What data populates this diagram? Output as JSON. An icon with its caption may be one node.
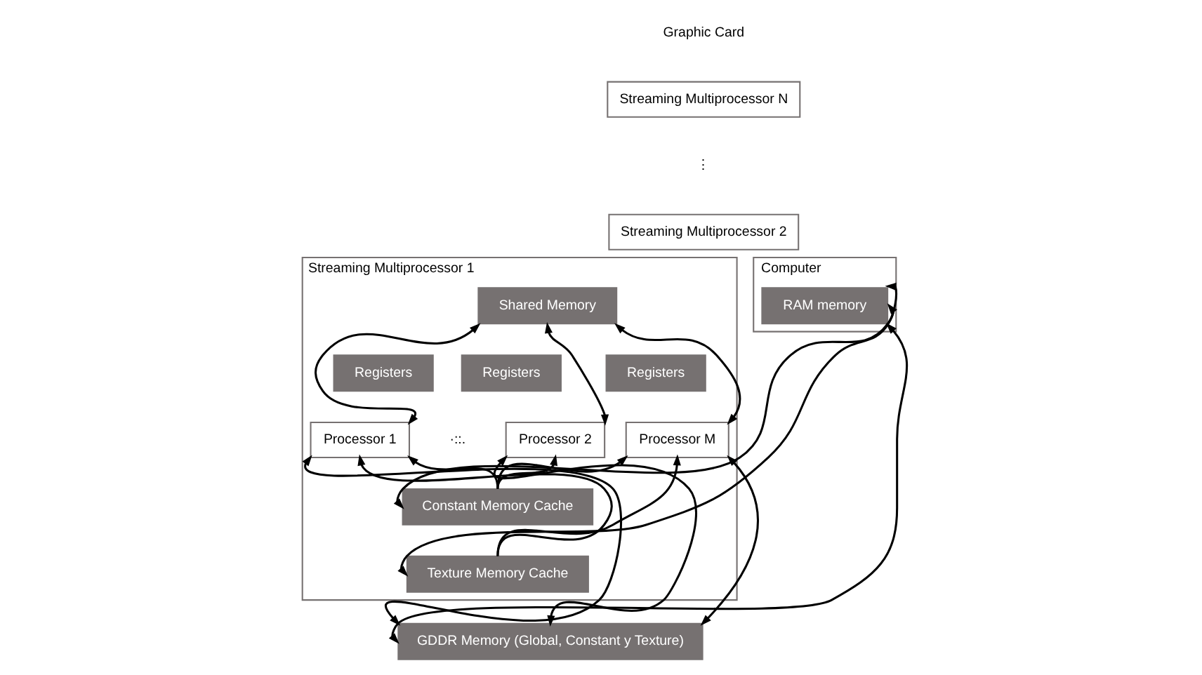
{
  "diagram": {
    "nodes": [
      {
        "text": [
          "Computer"
        ]
      },
      {
        "text": [
          "RAM memory"
        ],
        "in": 0
      },
      {
        "text": [
          "Streaming Multiprocessor N"
        ]
      },
      {
        "text": [
          "Streaming Multiprocessor 2"
        ]
      },
      {
        "text": [
          "Streaming Multiprocessor 1"
        ]
      },
      {
        "text": [
          "Shared Memory"
        ],
        "in": 4
      },
      {
        "text": [
          "Registers"
        ],
        "in": 4
      },
      {
        "text": [
          "Processor 1"
        ],
        "in": 4
      },
      {
        "text": [
          "Registers"
        ],
        "in": 4
      },
      {
        "text": [
          "Processor 2"
        ],
        "in": 4
      },
      {
        "text": [
          "Registers"
        ],
        "in": 4
      },
      {
        "text": [
          "Processor M"
        ],
        "in": 4
      },
      {
        "text": [
          "Constant Memory Cache"
        ],
        "in": 4
      },
      {
        "text": [
          "Texture Memory Cache"
        ],
        "in": 4
      },
      {
        "text": [
          "GDDR Memory (Global, Constant y Texture)"
        ]
      }
    ],
    "edges": [
      {
        "from": 5,
        "to": 7,
        "arrow": "both"
      },
      {
        "from": 5,
        "to": 9,
        "arrow": "both"
      },
      {
        "from": 5,
        "to": 11,
        "arrow": "both"
      },
      {
        "from": 1,
        "to": 12,
        "arrow": "both"
      },
      {
        "from": 1,
        "to": 13,
        "arrow": "both"
      },
      {
        "from": 1,
        "to": 14,
        "arrow": "both"
      },
      {
        "from": 14,
        "to": 7,
        "arrow": "both"
      },
      {
        "from": 13,
        "to": 7,
        "arrow": "to"
      },
      {
        "from": 12,
        "to": 7,
        "arrow": "to"
      },
      {
        "from": 14,
        "to": 9,
        "arrow": "both"
      },
      {
        "from": 12,
        "to": 9,
        "arrow": "to"
      },
      {
        "from": 12,
        "to": 11,
        "arrow": "to"
      },
      {
        "from": 13,
        "to": 11,
        "arrow": "to"
      },
      {
        "from": 14,
        "to": 11,
        "arrow": "both"
      }
    ],
    "labels": [
      "Graphic Card",
      "⋮",
      "·::."
    ]
  }
}
